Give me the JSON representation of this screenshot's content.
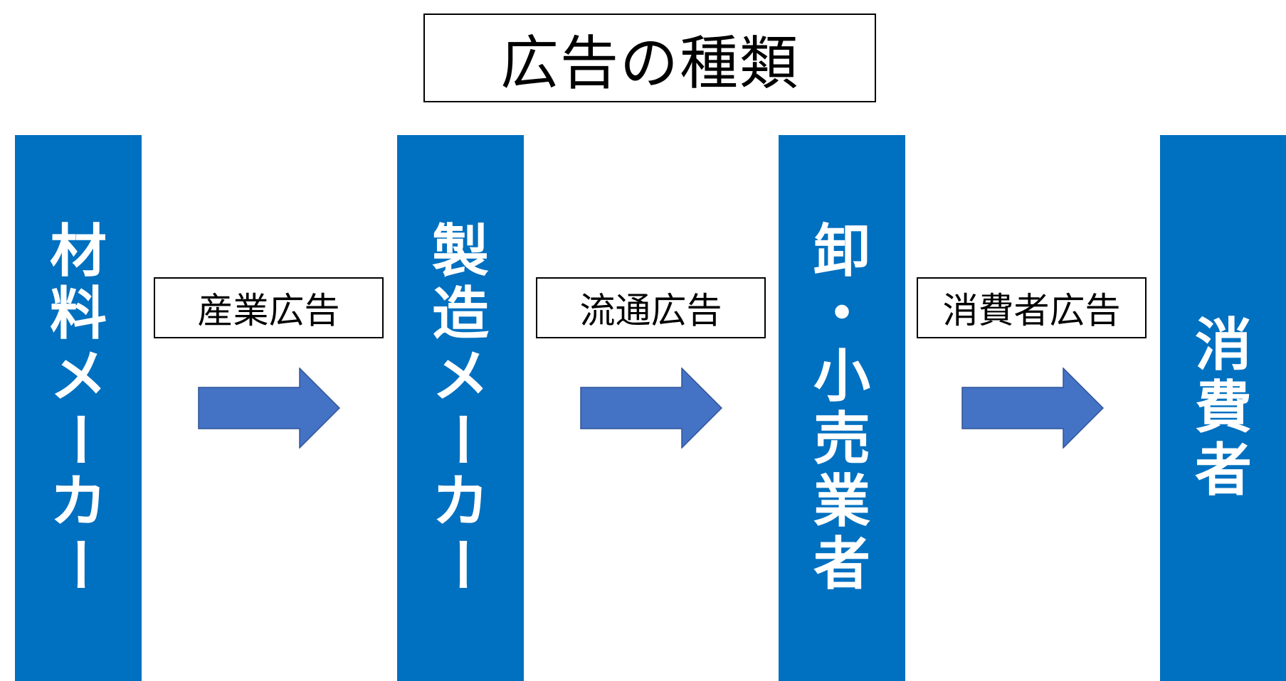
{
  "title": "広告の種類",
  "stages": [
    {
      "label": "材料メーカー"
    },
    {
      "label": "製造メーカー"
    },
    {
      "label": "卸・小売業者"
    },
    {
      "label": "消費者"
    }
  ],
  "advertising_types": [
    {
      "label": "産業広告"
    },
    {
      "label": "流通広告"
    },
    {
      "label": "消費者広告"
    }
  ],
  "colors": {
    "column_fill": "#0070c0",
    "arrow_fill": "#4472c4",
    "arrow_stroke": "#2f5597",
    "column_text": "#ffffff",
    "box_border": "#000000"
  }
}
